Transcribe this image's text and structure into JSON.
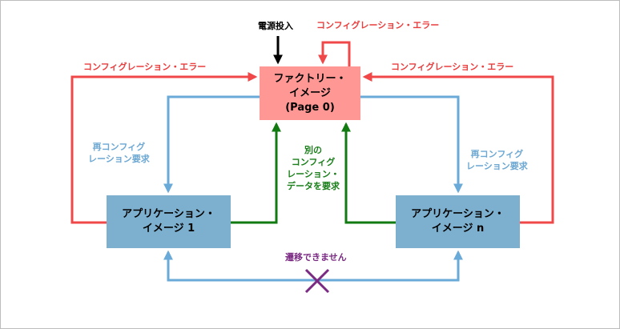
{
  "boxes": {
    "factory": {
      "line1": "ファクトリー・",
      "line2": "イメージ",
      "line3": "(Page 0)"
    },
    "app1": {
      "line1": "アプリケーション・",
      "line2": "イメージ 1"
    },
    "appn": {
      "line1": "アプリケーション・",
      "line2": "イメージ n"
    }
  },
  "labels": {
    "power_on": "電源投入",
    "config_error_top": "コンフィグレーション・エラー",
    "config_error_left": "コンフィグレーション・エラー",
    "config_error_right": "コンフィグレーション・エラー",
    "reconfig_left": {
      "line1": "再コンフィグ",
      "line2": "レーション要求"
    },
    "reconfig_right": {
      "line1": "再コンフィグ",
      "line2": "レーション要求"
    },
    "other_config": {
      "line1": "別の",
      "line2": "コンフィグ",
      "line3": "レーション・",
      "line4": "データを要求"
    },
    "no_transition": "遷移できません"
  },
  "colors": {
    "red": "#f04848",
    "blue": "#6aaad9",
    "green": "#117a11",
    "purple": "#7b2a83",
    "factory_fill": "#ff9795",
    "app_fill": "#7db0cf"
  }
}
